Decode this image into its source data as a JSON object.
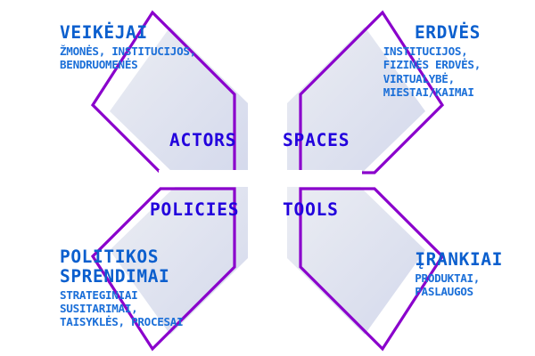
{
  "diagram": {
    "title_lt": "VEIKĖJAI / ERDVĖS / POLITIKOS SPRENDIMAI / ĮRANKIAI",
    "colors": {
      "outline_purple": "#8a00cc",
      "inner_label_blue": "#2200dd",
      "heading_blue": "#0b5fce",
      "subtitle_blue": "#1b6fd8",
      "fill_light": "#e9ebf2",
      "fill_dark": "#d6dbec",
      "background": "#ffffff"
    },
    "quadrants": [
      {
        "id": "actors",
        "position": "top-left",
        "label_en": "ACTORS",
        "title_lt": "VEIKĖJAI",
        "subtitle_lines": [
          "ŽMONĖS, INSTITUCIJOS,",
          "BENDRUOMENĖS"
        ]
      },
      {
        "id": "spaces",
        "position": "top-right",
        "label_en": "SPACES",
        "title_lt": "ERDVĖS",
        "subtitle_lines": [
          "INSTITUCIJOS,",
          "FIZINĖS ERDVĖS,",
          "VIRTUALYBĖ,",
          "MIESTAI/KAIMAI"
        ]
      },
      {
        "id": "policies",
        "position": "bottom-left",
        "label_en": "POLICIES",
        "title_lt": "POLITIKOS\nSPRENDIMAI",
        "title_lt_line1": "POLITIKOS",
        "title_lt_line2": "SPRENDIMAI",
        "subtitle_lines": [
          "STRATEGINIAI",
          "SUSITARIMAI,",
          "TAISYKLĖS, PROCESAI"
        ]
      },
      {
        "id": "tools",
        "position": "bottom-right",
        "label_en": "TOOLS",
        "title_lt": "ĮRANKIAI",
        "subtitle_lines": [
          "PRODUKTAI,",
          "PASLAUGOS"
        ]
      }
    ]
  }
}
